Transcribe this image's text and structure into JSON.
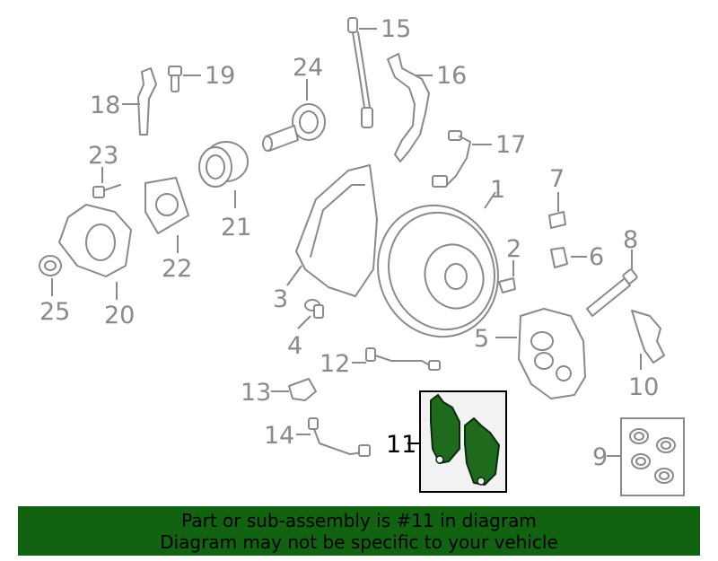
{
  "callouts": {
    "c1": "1",
    "c2": "2",
    "c3": "3",
    "c4": "4",
    "c5": "5",
    "c6": "6",
    "c7": "7",
    "c8": "8",
    "c9": "9",
    "c10": "10",
    "c11": "11",
    "c12": "12",
    "c13": "13",
    "c14": "14",
    "c15": "15",
    "c16": "16",
    "c17": "17",
    "c18": "18",
    "c19": "19",
    "c20": "20",
    "c21": "21",
    "c22": "22",
    "c23": "23",
    "c24": "24",
    "c25": "25"
  },
  "highlighted_part": "11",
  "colors": {
    "highlight": "#1e6b1e",
    "banner": "#116311",
    "line_art": "#8a8a8a"
  },
  "banner": {
    "line1": "Part or sub-assembly is #11 in diagram",
    "line2": "Diagram may not be specific to your vehicle"
  }
}
